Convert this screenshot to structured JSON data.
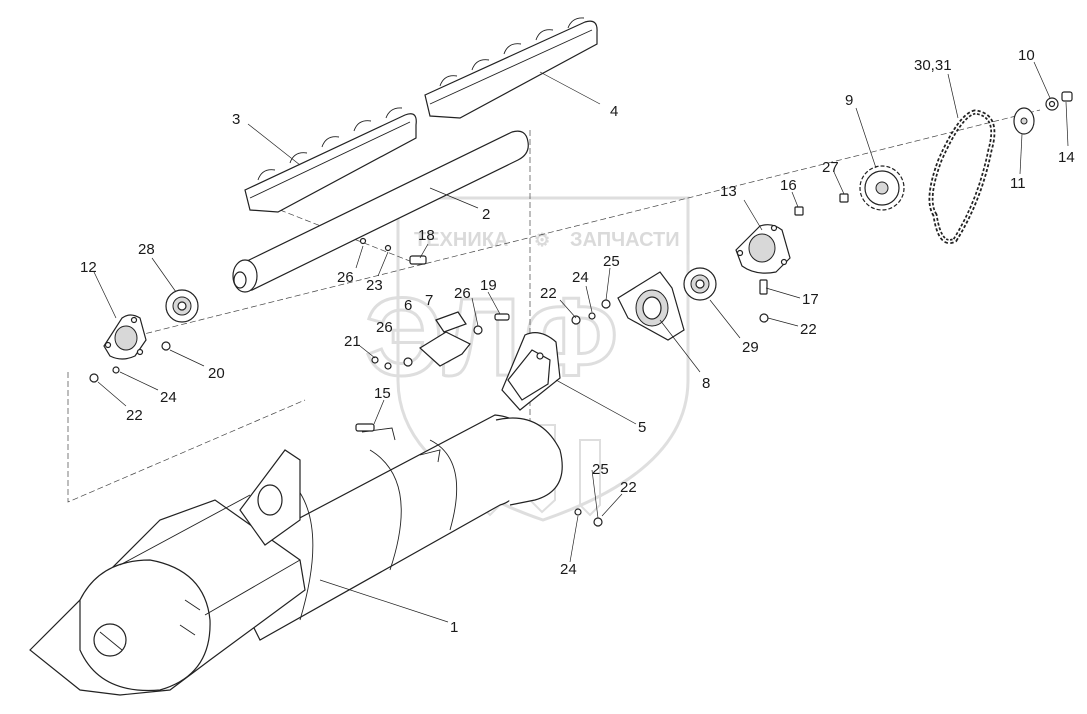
{
  "watermark": {
    "left_text": "ТЕХНИКА",
    "right_text": "ЗАПЧАСТИ",
    "logo_text": "ЭЛФ",
    "gear_symbol": "⚙",
    "color": "#bdbdbd"
  },
  "callouts": {
    "c1": "1",
    "c2": "2",
    "c3": "3",
    "c4": "4",
    "c5": "5",
    "c6": "6",
    "c7": "7",
    "c8": "8",
    "c9": "9",
    "c10": "10",
    "c11": "11",
    "c12": "12",
    "c13": "13",
    "c14": "14",
    "c15": "15",
    "c16": "16",
    "c17": "17",
    "c18": "18",
    "c19": "19",
    "c20": "20",
    "c21": "21",
    "c22a": "22",
    "c22b": "22",
    "c22c": "22",
    "c22d": "22",
    "c23": "23",
    "c24a": "24",
    "c24b": "24",
    "c24c": "24",
    "c25a": "25",
    "c25b": "25",
    "c26a": "26",
    "c26b": "26",
    "c26c": "26",
    "c27": "27",
    "c28": "28",
    "c29": "29",
    "c3031": "30,31"
  }
}
